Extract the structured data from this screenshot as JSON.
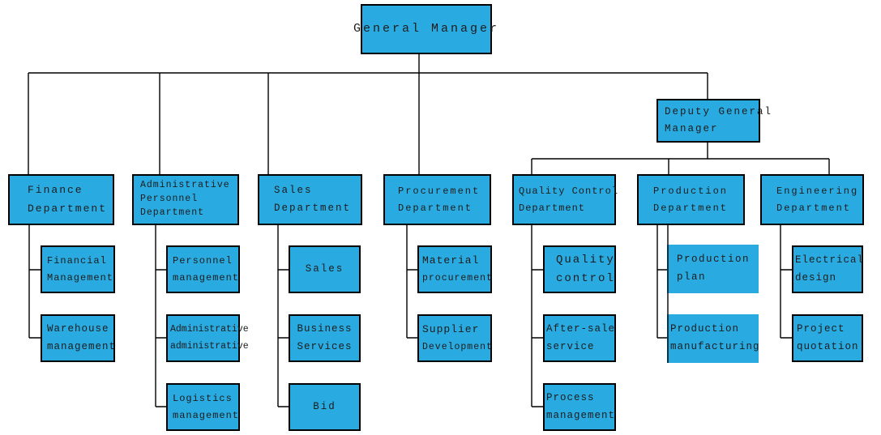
{
  "title": "Company organization chart",
  "colors": {
    "box_fill": "#29ABE2",
    "box_border": "#000000",
    "connector": "#000000",
    "text": "#1C1C1C",
    "background": "#FFFFFF"
  },
  "nodes": {
    "general_manager": {
      "lines": [
        "General Manager"
      ]
    },
    "deputy_general_manager": {
      "lines": [
        "Deputy General",
        "Manager"
      ]
    },
    "departments": {
      "finance": {
        "lines": [
          "Finance",
          "Department"
        ]
      },
      "administrative_personnel": {
        "lines": [
          "Administrative",
          "Personnel",
          "Department"
        ]
      },
      "sales": {
        "lines": [
          "Sales",
          "Department"
        ]
      },
      "procurement": {
        "lines": [
          "Procurement",
          "Department"
        ]
      },
      "quality_control": {
        "lines": [
          "Quality Control",
          "Department"
        ]
      },
      "production": {
        "lines": [
          "Production",
          "Department"
        ]
      },
      "engineering": {
        "lines": [
          "Engineering",
          "Department"
        ]
      }
    },
    "units": {
      "financial_management": {
        "lines": [
          "Financial",
          "Management"
        ]
      },
      "warehouse_management": {
        "lines": [
          "Warehouse",
          "management"
        ]
      },
      "personnel_management": {
        "lines": [
          "Personnel",
          "management"
        ]
      },
      "administrative_administrative": {
        "lines": [
          "Administrative",
          "administrative"
        ]
      },
      "logistics_management": {
        "lines": [
          "Logistics",
          "management"
        ]
      },
      "sales": {
        "lines": [
          "Sales"
        ]
      },
      "business_services": {
        "lines": [
          "Business",
          "Services"
        ]
      },
      "bid": {
        "lines": [
          "Bid"
        ]
      },
      "material_procurement": {
        "lines": [
          "Material",
          "procurement"
        ]
      },
      "supplier_development": {
        "lines": [
          "Supplier",
          "Development"
        ]
      },
      "quality_control": {
        "lines": [
          "Quality",
          "control"
        ]
      },
      "after_sale_service": {
        "lines": [
          "After-sale",
          "service"
        ]
      },
      "process_management": {
        "lines": [
          "Process",
          "management"
        ]
      },
      "production_plan": {
        "lines": [
          "Production",
          "plan"
        ]
      },
      "production_manufacturing": {
        "lines": [
          "Production",
          "manufacturing"
        ]
      },
      "electrical_design": {
        "lines": [
          "Electrical",
          "design"
        ]
      },
      "project_quotation": {
        "lines": [
          "Project",
          "quotation"
        ]
      }
    }
  },
  "hierarchy": {
    "root": "General Manager",
    "children": [
      {
        "name": "Finance Department",
        "children": [
          "Financial Management",
          "Warehouse management"
        ]
      },
      {
        "name": "Administrative Personnel Department",
        "children": [
          "Personnel management",
          "Administrative administrative",
          "Logistics management"
        ]
      },
      {
        "name": "Sales Department",
        "children": [
          "Sales",
          "Business Services",
          "Bid"
        ]
      },
      {
        "name": "Procurement Department",
        "children": [
          "Material procurement",
          "Supplier Development"
        ]
      },
      {
        "name": "Deputy General Manager",
        "children": [
          {
            "name": "Quality Control Department",
            "children": [
              "Quality control",
              "After-sale service",
              "Process management"
            ]
          },
          {
            "name": "Production Department",
            "children": [
              "Production plan",
              "Production manufacturing"
            ]
          },
          {
            "name": "Engineering Department",
            "children": [
              "Electrical design",
              "Project quotation"
            ]
          }
        ]
      }
    ]
  }
}
